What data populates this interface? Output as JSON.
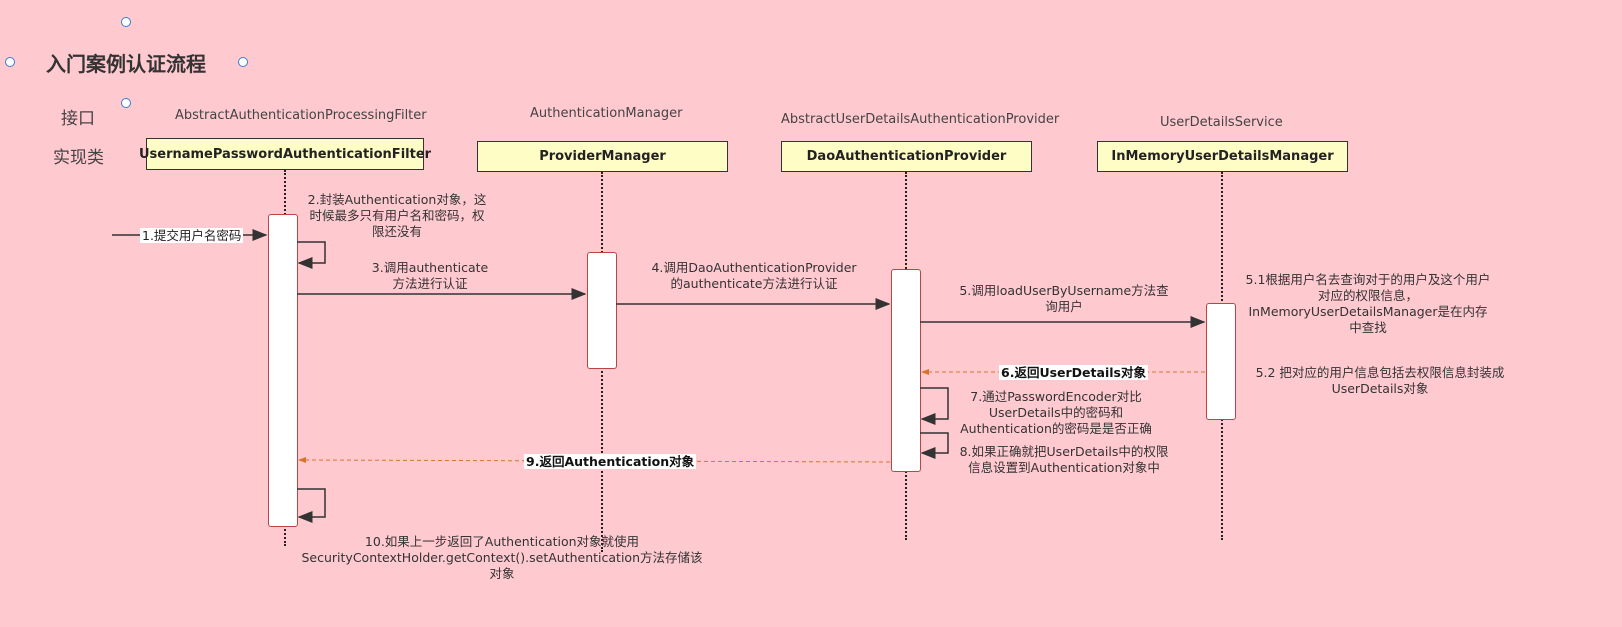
{
  "title": "入门案例认证流程",
  "rows": {
    "interface": "接口",
    "impl": "实现类"
  },
  "participants": [
    {
      "interface": "AbstractAuthenticationProcessingFilter",
      "impl": "UsernamePasswordAuthenticationFilter"
    },
    {
      "interface": "AuthenticationManager",
      "impl": "ProviderManager"
    },
    {
      "interface": "AbstractUserDetailsAuthenticationProvider",
      "impl": "DaoAuthenticationProvider"
    },
    {
      "interface": "UserDetailsService",
      "impl": "InMemoryUserDetailsManager"
    }
  ],
  "messages": {
    "m1": "1.提交用户名密码",
    "m2": "2.封装Authentication对象，这时候最多只有用户名和密码，权限还没有",
    "m3": "3.调用authenticate方法进行认证",
    "m4": "4.调用DaoAuthenticationProvider的authenticate方法进行认证",
    "m5": "5.调用loadUserByUsername方法查询用户",
    "m51": "5.1根据用户名去查询对于的用户及这个用户对应的权限信息，InMemoryUserDetailsManager是在内存中查找",
    "m52": "5.2 把对应的用户信息包括去权限信息封装成UserDetails对象",
    "m6": "6.返回UserDetails对象",
    "m7": "7.通过PasswordEncoder对比UserDetails中的密码和Authentication的密码是是否正确",
    "m8": "8.如果正确就把UserDetails中的权限信息设置到Authentication对象中",
    "m9": "9.返回Authentication对象",
    "m10": "10.如果上一步返回了Authentication对象就使用SecurityContextHolder.getContext().setAuthentication方法存储该对象"
  },
  "colors": {
    "background": "#ffc9d0",
    "box_fill": "#fffdc6",
    "return_arrow": "#d9722b",
    "activation_border": "#b44444"
  }
}
